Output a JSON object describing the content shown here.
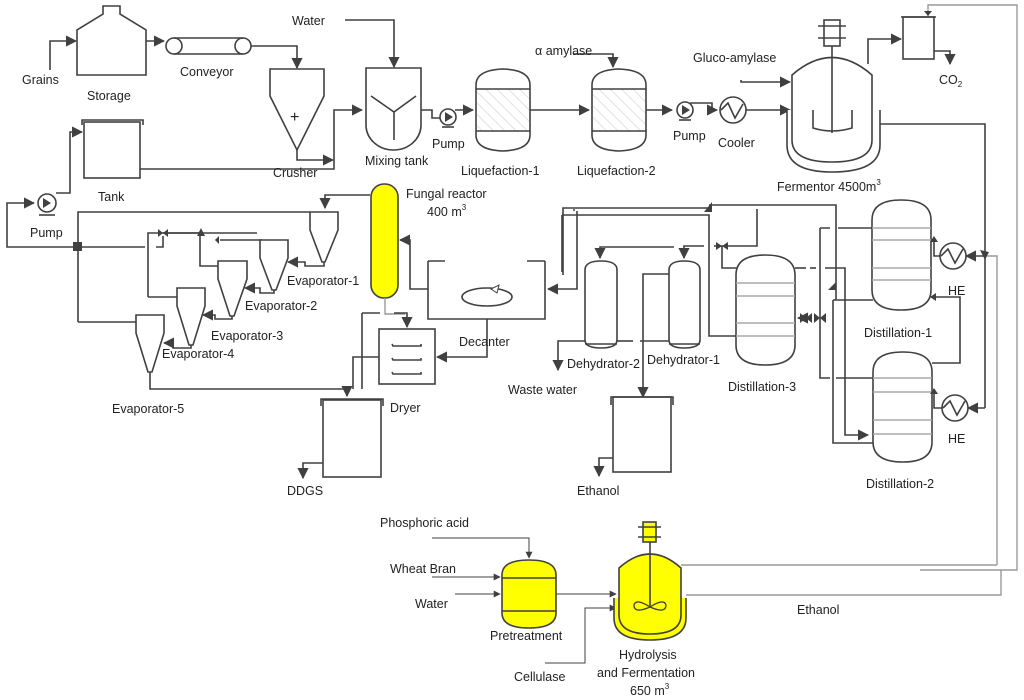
{
  "diagram": {
    "title": "Ethanol production process flow diagram",
    "highlight_color": "#ffff00",
    "line_color": "#404040",
    "labels": {
      "grains": "Grains",
      "storage": "Storage",
      "conveyor": "Conveyor",
      "water_top": "Water",
      "crusher": "Crusher",
      "mixing_tank": "Mixing tank",
      "pump1": "Pump",
      "liquefaction1": "Liquefaction-1",
      "alpha_amylase": "α amylase",
      "liquefaction2": "Liquefaction-2",
      "pump2": "Pump",
      "cooler": "Cooler",
      "gluco_amylase": "Gluco-amylase",
      "fermentor": "Fermentor 4500m",
      "fermentor_sup": "3",
      "co2": "CO",
      "co2_sub": "2",
      "tank": "Tank",
      "pump3": "Pump",
      "fungal_reactor": "Fungal reactor",
      "fungal_volume": "400 m",
      "fungal_sup": "3",
      "evaporator1": "Evaporator-1",
      "evaporator2": "Evaporator-2",
      "evaporator3": "Evaporator-3",
      "evaporator4": "Evaporator-4",
      "evaporator5": "Evaporator-5",
      "decanter": "Decanter",
      "dryer": "Dryer",
      "ddgs": "DDGS",
      "dehydrator2": "Dehydrator-2",
      "dehydrator1": "Dehydrator-1",
      "waste_water": "Waste water",
      "distillation3": "Distillation-3",
      "distillation1": "Distillation-1",
      "distillation2": "Distillation-2",
      "he1": "HE",
      "he2": "HE",
      "ethanol_tank": "Ethanol",
      "phosphoric_acid": "Phosphoric acid",
      "wheat_bran": "Wheat Bran",
      "water_bottom": "Water",
      "pretreatment": "Pretreatment",
      "cellulase": "Cellulase",
      "hydrolysis1": "Hydrolysis",
      "hydrolysis2": "and Fermentation",
      "hydrolysis_volume": "650 m",
      "hydrolysis_sup": "3",
      "ethanol_stream": "Ethanol"
    }
  }
}
